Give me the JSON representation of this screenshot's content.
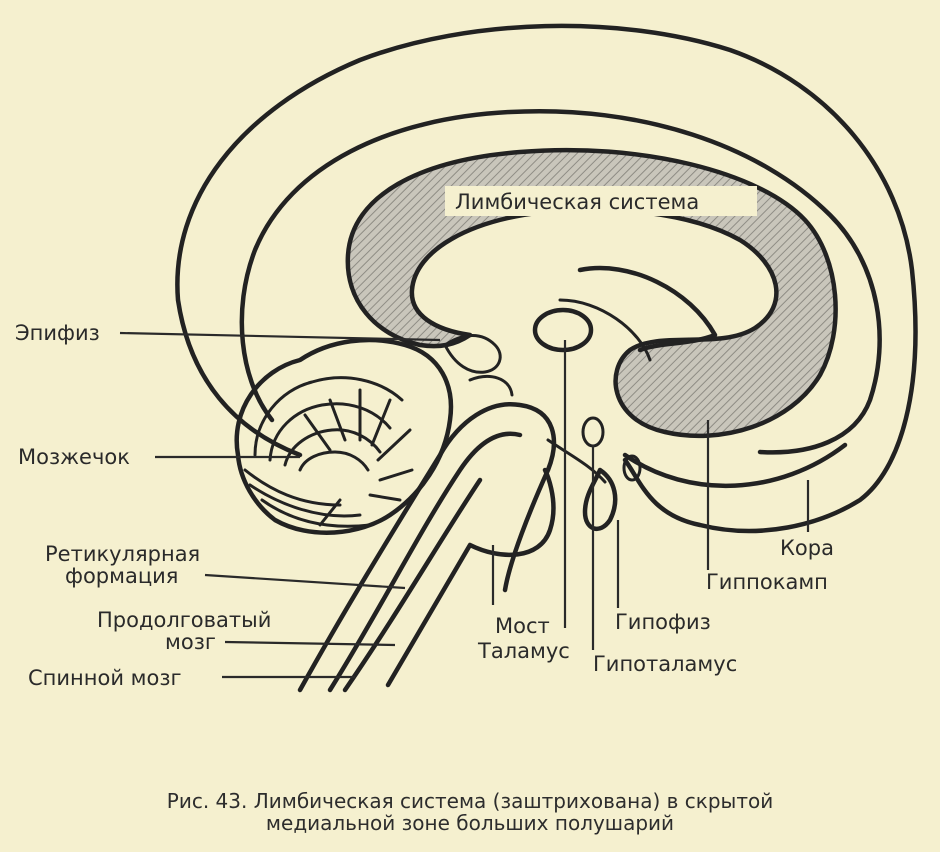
{
  "labels": {
    "limbic_system": "Лимбическая система",
    "epiphysis": "Эпифиз",
    "cerebellum": "Мозжечок",
    "reticular_line1": "Ретикулярная",
    "reticular_line2": "формация",
    "medulla_line1": "Продолговатый",
    "medulla_line2": "мозг",
    "spinal_cord": "Спинной мозг",
    "cortex": "Кора",
    "hippocampus": "Гиппокамп",
    "pituitary": "Гипофиз",
    "pons": "Мост",
    "thalamus": "Таламус",
    "hypothalamus": "Гипоталамус"
  },
  "caption": {
    "line1": "Рис. 43. Лимбическая система (заштрихована) в скрытой",
    "line2": "медиальной зоне больших полушарий"
  },
  "colors": {
    "background": "#f5f0cf",
    "ink": "#222222",
    "hatch_fill": "#b9b7ad"
  }
}
